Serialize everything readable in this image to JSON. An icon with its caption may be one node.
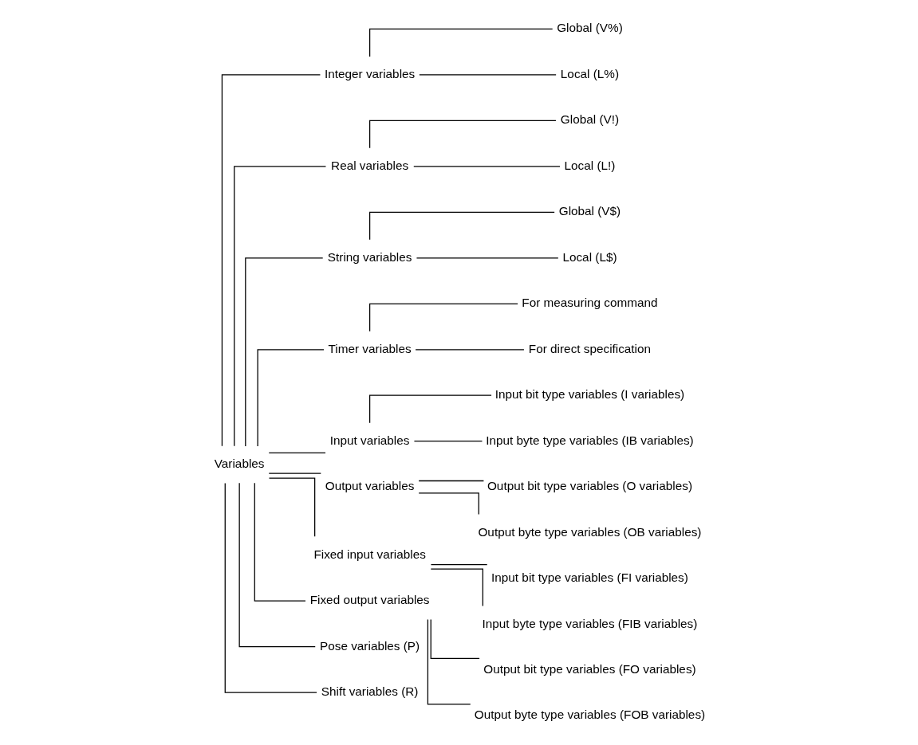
{
  "diagram": {
    "nodes": [
      {
        "text": [
          "Variables"
        ]
      },
      {
        "text": [
          "Integer variables"
        ]
      },
      {
        "text": [
          "Global (V%)"
        ]
      },
      {
        "text": [
          "Local (L%)"
        ]
      },
      {
        "text": [
          "Real variables"
        ]
      },
      {
        "text": [
          "Global (V!)"
        ]
      },
      {
        "text": [
          "Local (L!)"
        ]
      },
      {
        "text": [
          "String variables"
        ]
      },
      {
        "text": [
          "Global (V$)"
        ]
      },
      {
        "text": [
          "Local (L$)"
        ]
      },
      {
        "text": [
          "Timer variables"
        ]
      },
      {
        "text": [
          "For measuring command"
        ]
      },
      {
        "text": [
          "For direct specification"
        ]
      },
      {
        "text": [
          "Input variables"
        ]
      },
      {
        "text": [
          "Input bit type variables (I variables)"
        ]
      },
      {
        "text": [
          "Input byte type variables (IB variables)"
        ]
      },
      {
        "text": [
          "Output variables"
        ]
      },
      {
        "text": [
          "Output bit type variables (O variables)"
        ]
      },
      {
        "text": [
          "Output byte type variables (OB variables)"
        ]
      },
      {
        "text": [
          "Fixed input variables"
        ]
      },
      {
        "text": [
          "Input bit type variables (FI variables)"
        ]
      },
      {
        "text": [
          "Input byte type variables (FIB variables)"
        ]
      },
      {
        "text": [
          "Fixed output variables"
        ]
      },
      {
        "text": [
          "Output bit type variables (FO variables)"
        ]
      },
      {
        "text": [
          "Output byte type variables (FOB variables)"
        ]
      },
      {
        "text": [
          "Pose variables (P)"
        ]
      },
      {
        "text": [
          "Shift variables (R)"
        ]
      }
    ],
    "edges": [
      {
        "from": 0,
        "to": 1,
        "arrow": "none"
      },
      {
        "from": 1,
        "to": 2,
        "arrow": "none"
      },
      {
        "from": 1,
        "to": 3,
        "arrow": "none"
      },
      {
        "from": 0,
        "to": 4,
        "arrow": "none"
      },
      {
        "from": 4,
        "to": 5,
        "arrow": "none"
      },
      {
        "from": 4,
        "to": 6,
        "arrow": "none"
      },
      {
        "from": 0,
        "to": 7,
        "arrow": "none"
      },
      {
        "from": 7,
        "to": 8,
        "arrow": "none"
      },
      {
        "from": 7,
        "to": 9,
        "arrow": "none"
      },
      {
        "from": 0,
        "to": 10,
        "arrow": "none"
      },
      {
        "from": 10,
        "to": 11,
        "arrow": "none"
      },
      {
        "from": 10,
        "to": 12,
        "arrow": "none"
      },
      {
        "from": 0,
        "to": 13,
        "arrow": "none"
      },
      {
        "from": 13,
        "to": 14,
        "arrow": "none"
      },
      {
        "from": 13,
        "to": 15,
        "arrow": "none"
      },
      {
        "from": 0,
        "to": 16,
        "arrow": "none"
      },
      {
        "from": 16,
        "to": 17,
        "arrow": "none"
      },
      {
        "from": 16,
        "to": 18,
        "arrow": "none"
      },
      {
        "from": 0,
        "to": 19,
        "arrow": "none"
      },
      {
        "from": 19,
        "to": 20,
        "arrow": "none"
      },
      {
        "from": 19,
        "to": 21,
        "arrow": "none"
      },
      {
        "from": 0,
        "to": 22,
        "arrow": "none"
      },
      {
        "from": 22,
        "to": 23,
        "arrow": "none"
      },
      {
        "from": 22,
        "to": 24,
        "arrow": "none"
      },
      {
        "from": 0,
        "to": 25,
        "arrow": "none"
      },
      {
        "from": 0,
        "to": 26,
        "arrow": "none"
      }
    ]
  }
}
